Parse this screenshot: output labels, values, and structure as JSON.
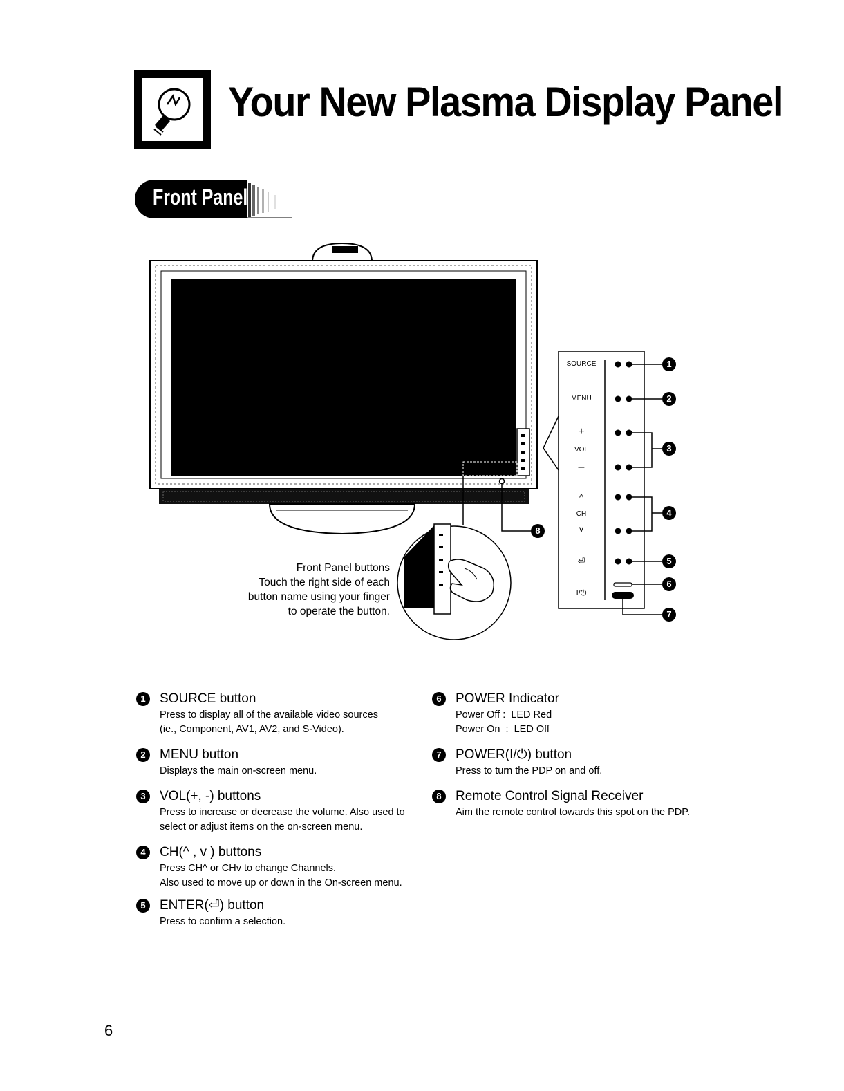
{
  "header": {
    "title": "Your New Plasma Display Panel"
  },
  "section": {
    "title": "Front Panel"
  },
  "diagram": {
    "callout_lines": [
      "Front Panel buttons",
      "Touch the right side of each",
      "button name using your finger",
      "to operate the button."
    ],
    "panel_labels": {
      "source": "SOURCE",
      "menu": "MENU",
      "vol_plus": "+",
      "vol": "VOL",
      "vol_minus": "–",
      "ch_up": "^",
      "ch": "CH",
      "ch_down": "v",
      "enter": "⏎",
      "power": "I/⏻"
    },
    "markers": [
      "1",
      "2",
      "3",
      "4",
      "5",
      "6",
      "7",
      "8"
    ]
  },
  "items": [
    {
      "num": "1",
      "title": "SOURCE button",
      "lines": [
        "Press to display all of the available video sources",
        "(ie., Component, AV1, AV2, and S-Video)."
      ]
    },
    {
      "num": "2",
      "title": "MENU button",
      "lines": [
        "Displays the main on-screen menu."
      ]
    },
    {
      "num": "3",
      "title": "VOL(+, -) buttons",
      "lines": [
        "Press to increase or decrease the volume. Also used to",
        "select or adjust items on the on-screen menu."
      ]
    },
    {
      "num": "4",
      "title": "CH(^ , v ) buttons",
      "lines": [
        "Press CH^  or CHv  to change Channels.",
        "Also used to move up or down in the On-screen menu."
      ]
    },
    {
      "num": "5",
      "title": "ENTER(⏎) button",
      "lines": [
        "Press to confirm a selection."
      ]
    },
    {
      "num": "6",
      "title": "POWER Indicator",
      "lines": [
        "Power Off :  LED Red",
        "Power On  :  LED Off"
      ]
    },
    {
      "num": "7",
      "title": "POWER(I/⏻) button",
      "lines": [
        "Press to turn the PDP on and off."
      ]
    },
    {
      "num": "8",
      "title": "Remote Control Signal Receiver",
      "lines": [
        "Aim the remote control towards this spot on the PDP."
      ]
    }
  ],
  "page_number": "6"
}
